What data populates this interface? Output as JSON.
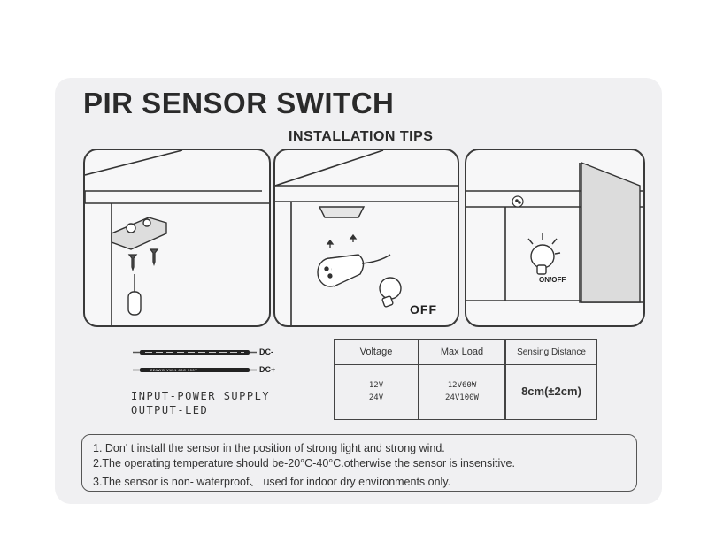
{
  "title": "PIR SENSOR SWITCH",
  "subtitle": "INSTALLATION TIPS",
  "panels": {
    "p1": {
      "label": ""
    },
    "p2": {
      "off_label": "OFF"
    },
    "p3": {
      "onoff_label": "ON/OFF"
    }
  },
  "wire": {
    "dc_minus": "DC-",
    "dc_plus": "DC+",
    "print_text": "22AWG  VW-1  80C  300V"
  },
  "io": {
    "input": "INPUT-POWER SUPPLY",
    "output": "OUTPUT-LED"
  },
  "spec_table": {
    "headers": [
      "Voltage",
      "Max Load",
      "Sensing Distance"
    ],
    "voltage": [
      "12V",
      "24V"
    ],
    "max_load": [
      "12V60W",
      "24V100W"
    ],
    "sensing_distance": "8cm(±2cm)"
  },
  "notes": [
    "1. Don' t install the sensor in the position of strong light and strong wind.",
    "2.The operating temperature should be-20°C-40°C.otherwise the sensor is insensitive.",
    "3.The sensor is non- waterproof、 used for indoor dry environments only."
  ]
}
